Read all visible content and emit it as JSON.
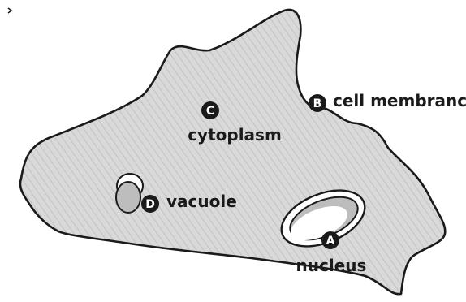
{
  "diagram": {
    "parts": [
      {
        "marker": "A",
        "label": "nucleus"
      },
      {
        "marker": "B",
        "label": "cell membrance"
      },
      {
        "marker": "C",
        "label": "cytoplasm"
      },
      {
        "marker": "D",
        "label": "vacuole"
      }
    ]
  },
  "colors": {
    "cell_fill": "#d9d9d9",
    "hatch": "#c4c4c4",
    "outline": "#1a1a1a",
    "marker_fill": "#1a1a1a",
    "marker_text": "#ffffff",
    "organelle_fill": "#bdbdbd",
    "highlight": "#ffffff"
  }
}
